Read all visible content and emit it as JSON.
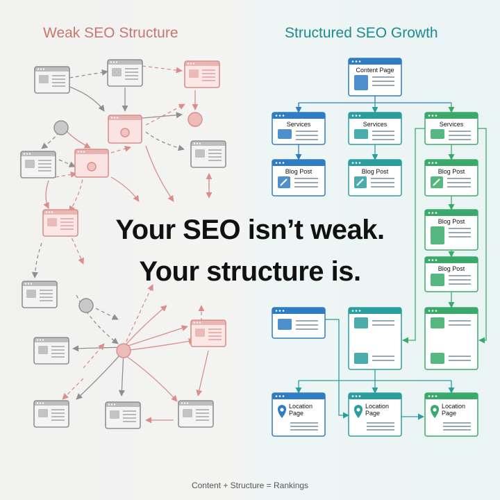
{
  "left_panel": {
    "title": "Weak SEO Structure"
  },
  "right_panel": {
    "title": "Structured SEO Growth",
    "nodes": {
      "content_page": "Content Page",
      "services": [
        "Services",
        "Services",
        "Services"
      ],
      "blog_posts": [
        "Blog Post",
        "Blog Post",
        "Blog Post",
        "Blog Post",
        "Blog Post"
      ],
      "location_pages": [
        "Location Page",
        "Location Page",
        "Location Page"
      ]
    }
  },
  "headline": {
    "line1": "Your SEO isn’t weak.",
    "line2": "Your structure is."
  },
  "footer": "Content + Structure = Rankings",
  "colors": {
    "weak_gray": "#8f8f8f",
    "weak_red": "#d98e8a",
    "blue": "#2e7cc4",
    "teal": "#2a9d9f",
    "green": "#3aaa6a"
  },
  "icons": [
    "browser-window-icon",
    "edit-icon",
    "location-pin-icon"
  ]
}
